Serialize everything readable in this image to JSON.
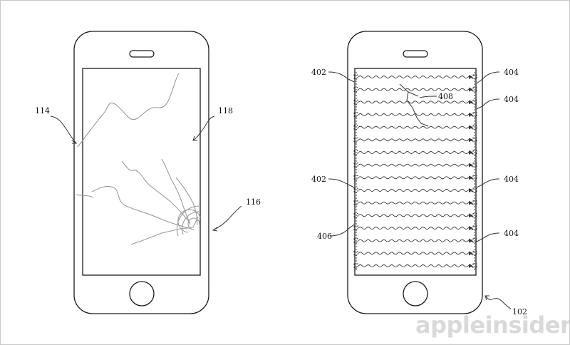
{
  "figure_left": {
    "labels": {
      "ref_114": "114",
      "ref_118": "118",
      "ref_116": "116"
    }
  },
  "figure_right": {
    "labels": {
      "ref_402_top": "402",
      "ref_404_a": "404",
      "ref_408": "408",
      "ref_404_b": "404",
      "ref_402_mid": "402",
      "ref_404_c": "404",
      "ref_406": "406",
      "ref_404_d": "404",
      "ref_102": "102"
    },
    "wave_row_count": 16
  },
  "watermark": "appleinsider"
}
